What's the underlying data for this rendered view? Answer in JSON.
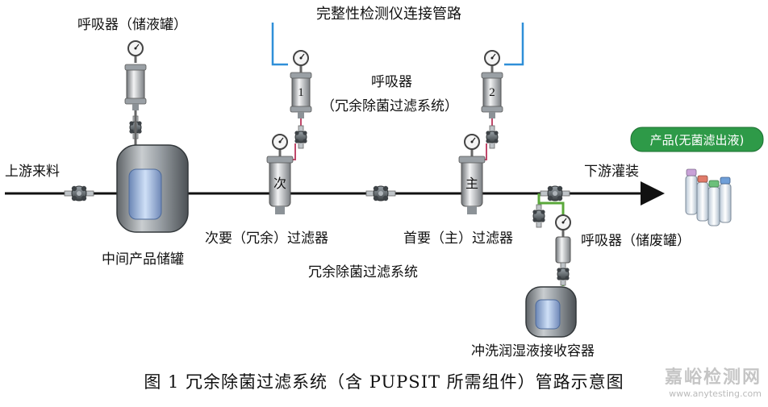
{
  "title_top": "完整性检测仪连接管路",
  "labels": {
    "breather_storage": "呼吸器（储液罐）",
    "breather_redundant_l1": "呼吸器",
    "breather_redundant_l2": "（冗余除菌过滤系统）",
    "upstream": "上游来料",
    "intermediate_tank": "中间产品储罐",
    "secondary_filter": "次要（冗余）过滤器",
    "primary_filter": "首要（主）过滤器",
    "redundant_system": "冗余除菌过滤系统",
    "downstream": "下游灌装",
    "breather_waste": "呼吸器（储废罐）",
    "flush_container": "冲洗润湿液接收容器",
    "product_badge": "产品(无菌滤出液)"
  },
  "filter_marks": {
    "secondary": "次",
    "primary": "主"
  },
  "breather_numbers": {
    "one": "1",
    "two": "2"
  },
  "caption": "图 1  冗余除菌过滤系统（含 PUPSIT 所需组件）管路示意图",
  "watermark": {
    "main": "嘉峪检测网",
    "sub": "www.anytesting.com"
  },
  "colors": {
    "integrity_line": "#2f8fd8",
    "flush_line": "#5aa83a",
    "vent_line": "#c0486a",
    "badge_green": "#2e9a48",
    "main_line": "#111111"
  }
}
